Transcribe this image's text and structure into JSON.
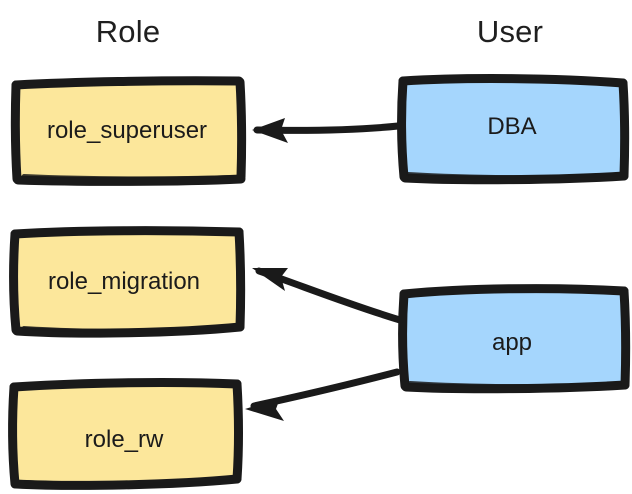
{
  "diagram": {
    "title_role": "Role",
    "title_user": "User",
    "background": "#ffffff",
    "colors": {
      "role_fill": "#fce79b",
      "user_fill": "#a5d6fd",
      "stroke": "#1a1a1a",
      "text": "#1b1b1b",
      "title_text": "#1f1f1f"
    },
    "columns": [
      {
        "name": "role-column",
        "heading": "Role"
      },
      {
        "name": "user-column",
        "heading": "User"
      }
    ],
    "nodes": [
      {
        "id": "role_superuser",
        "label": "role_superuser",
        "column": "Role",
        "fill": "#fce79b"
      },
      {
        "id": "role_migration",
        "label": "role_migration",
        "column": "Role",
        "fill": "#fce79b"
      },
      {
        "id": "role_rw",
        "label": "role_rw",
        "column": "Role",
        "fill": "#fce79b"
      },
      {
        "id": "dba",
        "label": "DBA",
        "column": "User",
        "fill": "#a5d6fd"
      },
      {
        "id": "app",
        "label": "app",
        "column": "User",
        "fill": "#a5d6fd"
      }
    ],
    "edges": [
      {
        "id": "dba-to-role-superuser",
        "from": "DBA",
        "to": "role_superuser",
        "label": ""
      },
      {
        "id": "app-to-role-migration",
        "from": "app",
        "to": "role_migration",
        "label": ""
      },
      {
        "id": "app-to-role-rw",
        "from": "app",
        "to": "role_rw",
        "label": ""
      }
    ]
  }
}
